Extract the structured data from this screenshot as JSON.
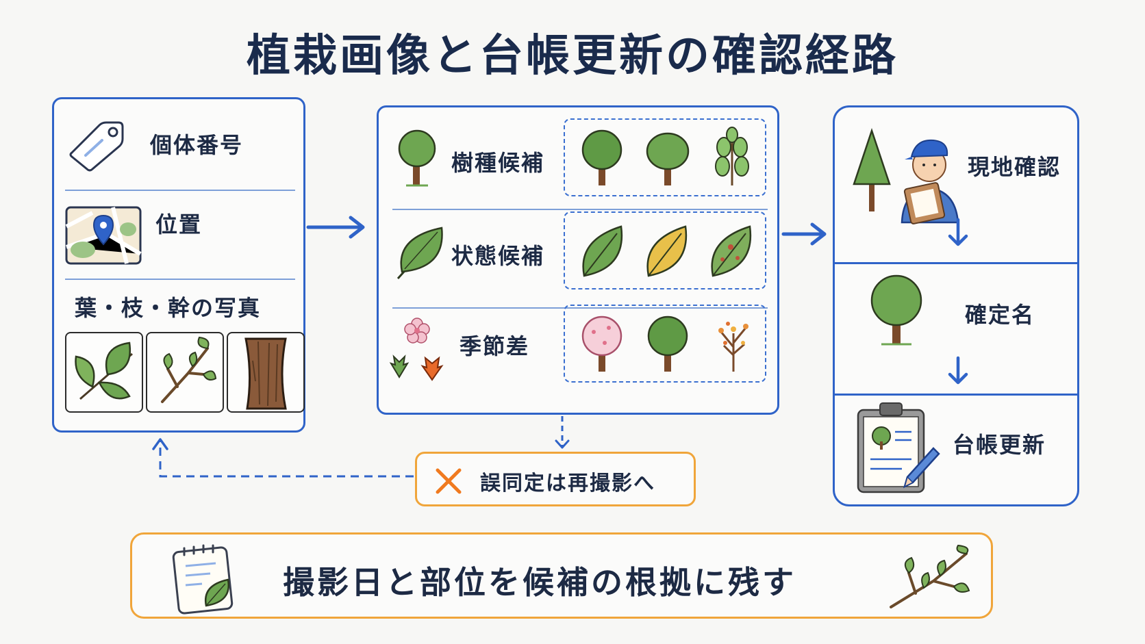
{
  "title": "植栽画像と台帳更新の確認経路",
  "input_panel": {
    "id_label": "個体番号",
    "location_label": "位置",
    "photos_label": "葉・枝・幹の写真"
  },
  "candidate_panel": {
    "species_label": "樹種候補",
    "condition_label": "状態候補",
    "season_label": "季節差"
  },
  "verify_panel": {
    "field_check_label": "現地確認",
    "confirmed_name_label": "確定名",
    "ledger_update_label": "台帳更新"
  },
  "error_note": "誤同定は再撮影へ",
  "footer_note": "撮影日と部位を候補の根拠に残す",
  "colors": {
    "accent_blue": "#2f63c8",
    "accent_orange": "#f0a53a",
    "error_x": "#f07a1f"
  }
}
